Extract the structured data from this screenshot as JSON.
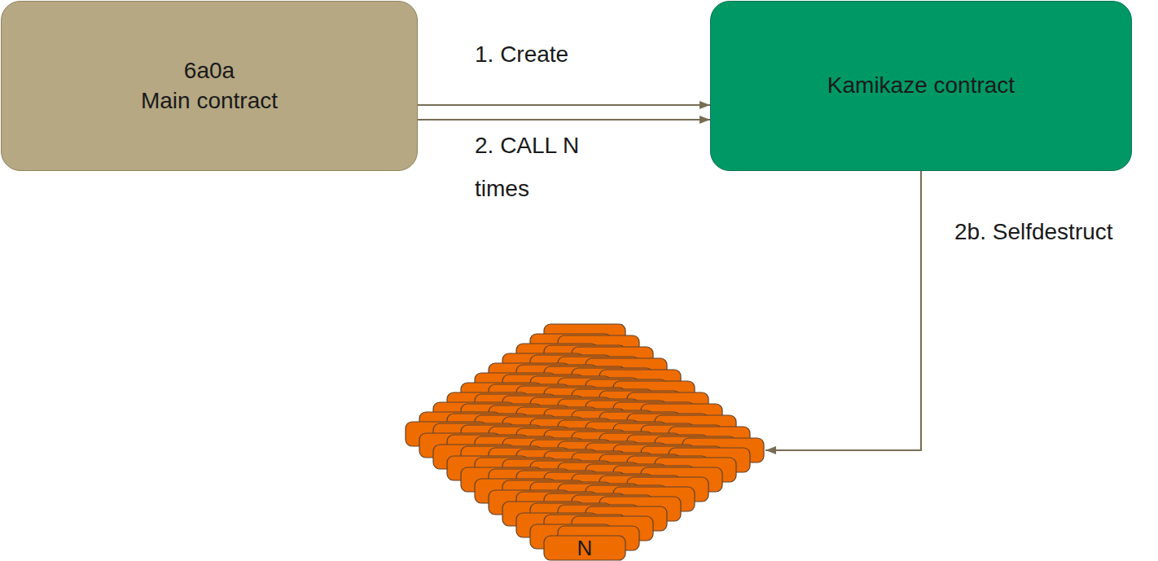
{
  "diagram": {
    "nodes": [
      {
        "text": [
          "6a0a",
          "Main contract"
        ]
      },
      {
        "text": [
          "Kamikaze contract"
        ]
      },
      {
        "text": [
          "N"
        ]
      }
    ],
    "edges": [
      {
        "from": 0,
        "to": 1,
        "arrow": "to",
        "label": "1. Create"
      },
      {
        "from": 0,
        "to": 1,
        "arrow": "to",
        "label": "2. CALL N times"
      },
      {
        "from": 1,
        "to": 2,
        "arrow": "to",
        "label": "2b. Selfdestruct"
      }
    ]
  }
}
